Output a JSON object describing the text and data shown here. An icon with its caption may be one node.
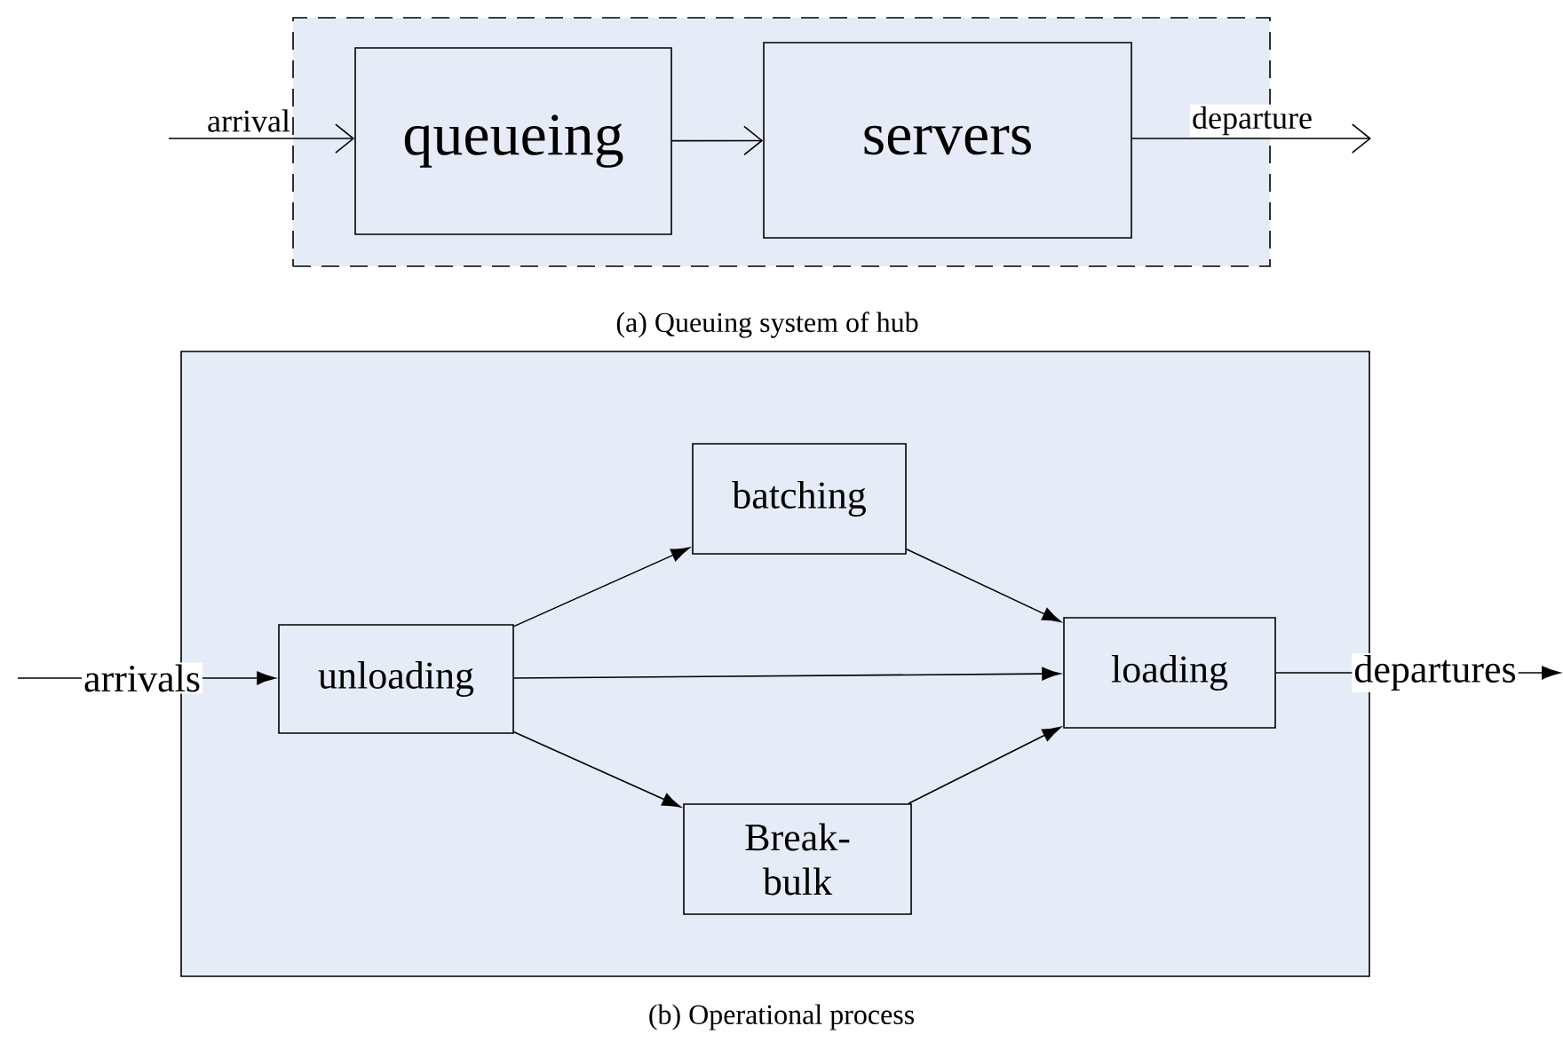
{
  "diagram": {
    "nodes": [
      {
        "text": [],
        "shape": "box",
        "beside": [
          "(a) Queuing system of hub"
        ]
      },
      {
        "text": [
          "queueing"
        ],
        "in": 0
      },
      {
        "text": [
          "servers"
        ],
        "in": 0
      },
      {
        "text": [],
        "shape": "box",
        "beside": [
          "(b) Operational process"
        ]
      },
      {
        "text": [
          "unloading"
        ],
        "in": 3
      },
      {
        "text": [
          "batching"
        ],
        "in": 3
      },
      {
        "text": [
          "Break-bulk"
        ],
        "in": 3
      },
      {
        "text": [
          "loading"
        ],
        "in": 3
      }
    ],
    "edges": [
      {
        "from": null,
        "to": 1,
        "arrow": "to",
        "label": "arrival"
      },
      {
        "from": 1,
        "to": 2,
        "arrow": "to"
      },
      {
        "from": 2,
        "to": null,
        "arrow": "to",
        "label": "departure"
      },
      {
        "from": null,
        "to": 4,
        "arrow": "to",
        "label": "arrivals"
      },
      {
        "from": 4,
        "to": 5,
        "arrow": "to"
      },
      {
        "from": 4,
        "to": 7,
        "arrow": "to"
      },
      {
        "from": 4,
        "to": 6,
        "arrow": "to"
      },
      {
        "from": 5,
        "to": 7,
        "arrow": "to"
      },
      {
        "from": 6,
        "to": 7,
        "arrow": "to"
      },
      {
        "from": 7,
        "to": null,
        "arrow": "to",
        "label": "departures"
      }
    ]
  }
}
